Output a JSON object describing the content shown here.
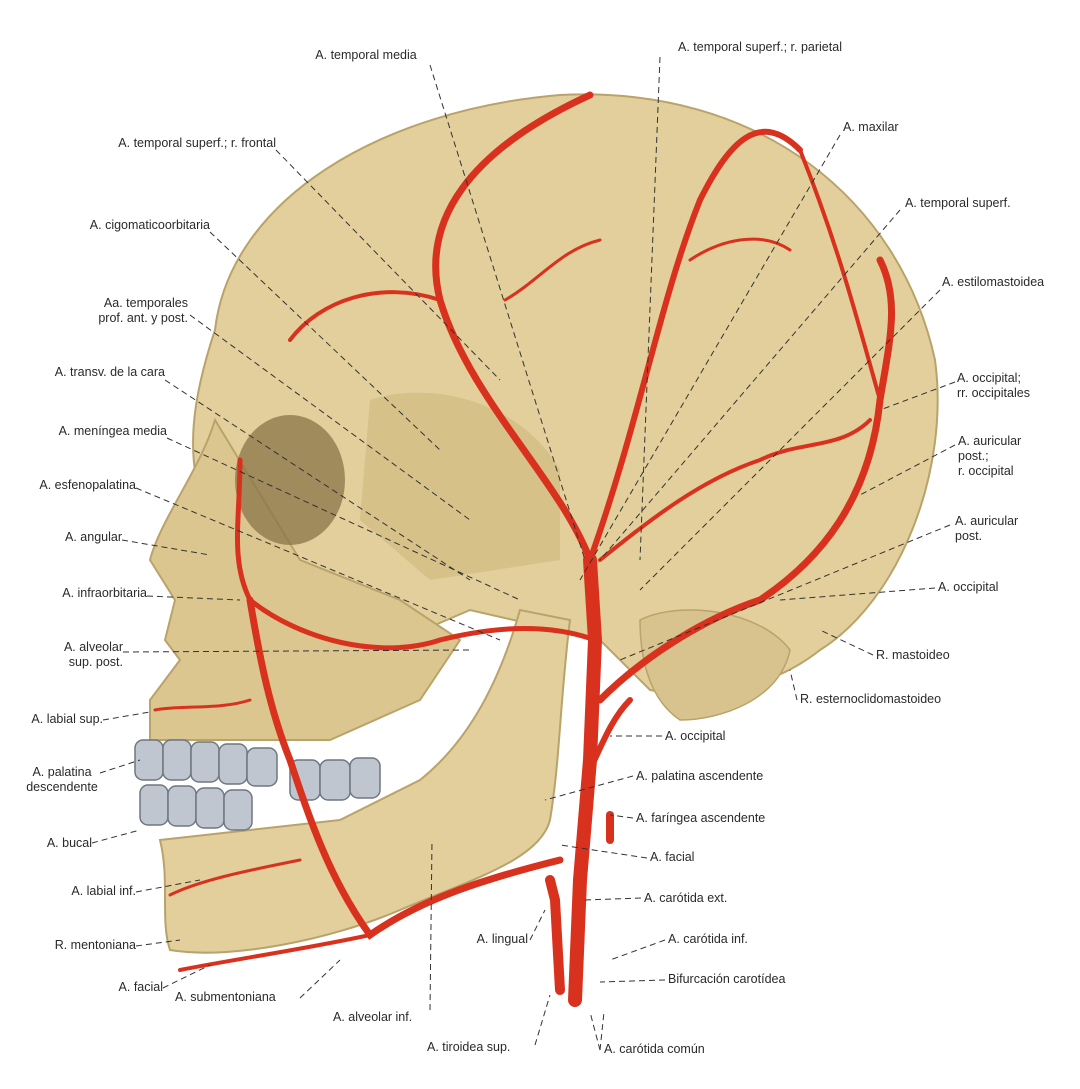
{
  "colors": {
    "bone": "#e2cf9c",
    "bone_shadow": "#b9a36a",
    "artery": "#d8321f",
    "teeth": "#b9c0c8"
  },
  "labels": [
    "A. temporal media",
    "A. temporal superf.; r. parietal",
    "A. maxilar",
    "A. temporal superf.; r. frontal",
    "A. temporal superf.",
    "A. cigomaticoorbitaria",
    "A. estilomastoidea",
    "Aa. temporales\nprof. ant. y post.",
    "A. transv. de la cara",
    "A. occipital;\nrr. occipitales",
    "A. meníngea media",
    "A. auricular\npost.;\nr. occipital",
    "A. esfenopalatina",
    "A. auricular\npost.",
    "A. angular",
    "A. occipital",
    "A. infraorbitaria",
    "A. alveolar\nsup. post.",
    "R. mastoideo",
    "R. esternoclidomastoideo",
    "A. labial sup.",
    "A. occipital",
    "A. palatina\ndescendente",
    "A. palatina ascendente",
    "A. bucal",
    "A. faríngea ascendente",
    "A. facial",
    "A. labial inf.",
    "A. carótida ext.",
    "A. lingual",
    "R. mentoniana",
    "A. carótida inf.",
    "A. facial",
    "A. submentoniana",
    "Bifurcación carotídea",
    "A. alveolar inf.",
    "A. tiroidea sup.",
    "A. carótida común"
  ]
}
